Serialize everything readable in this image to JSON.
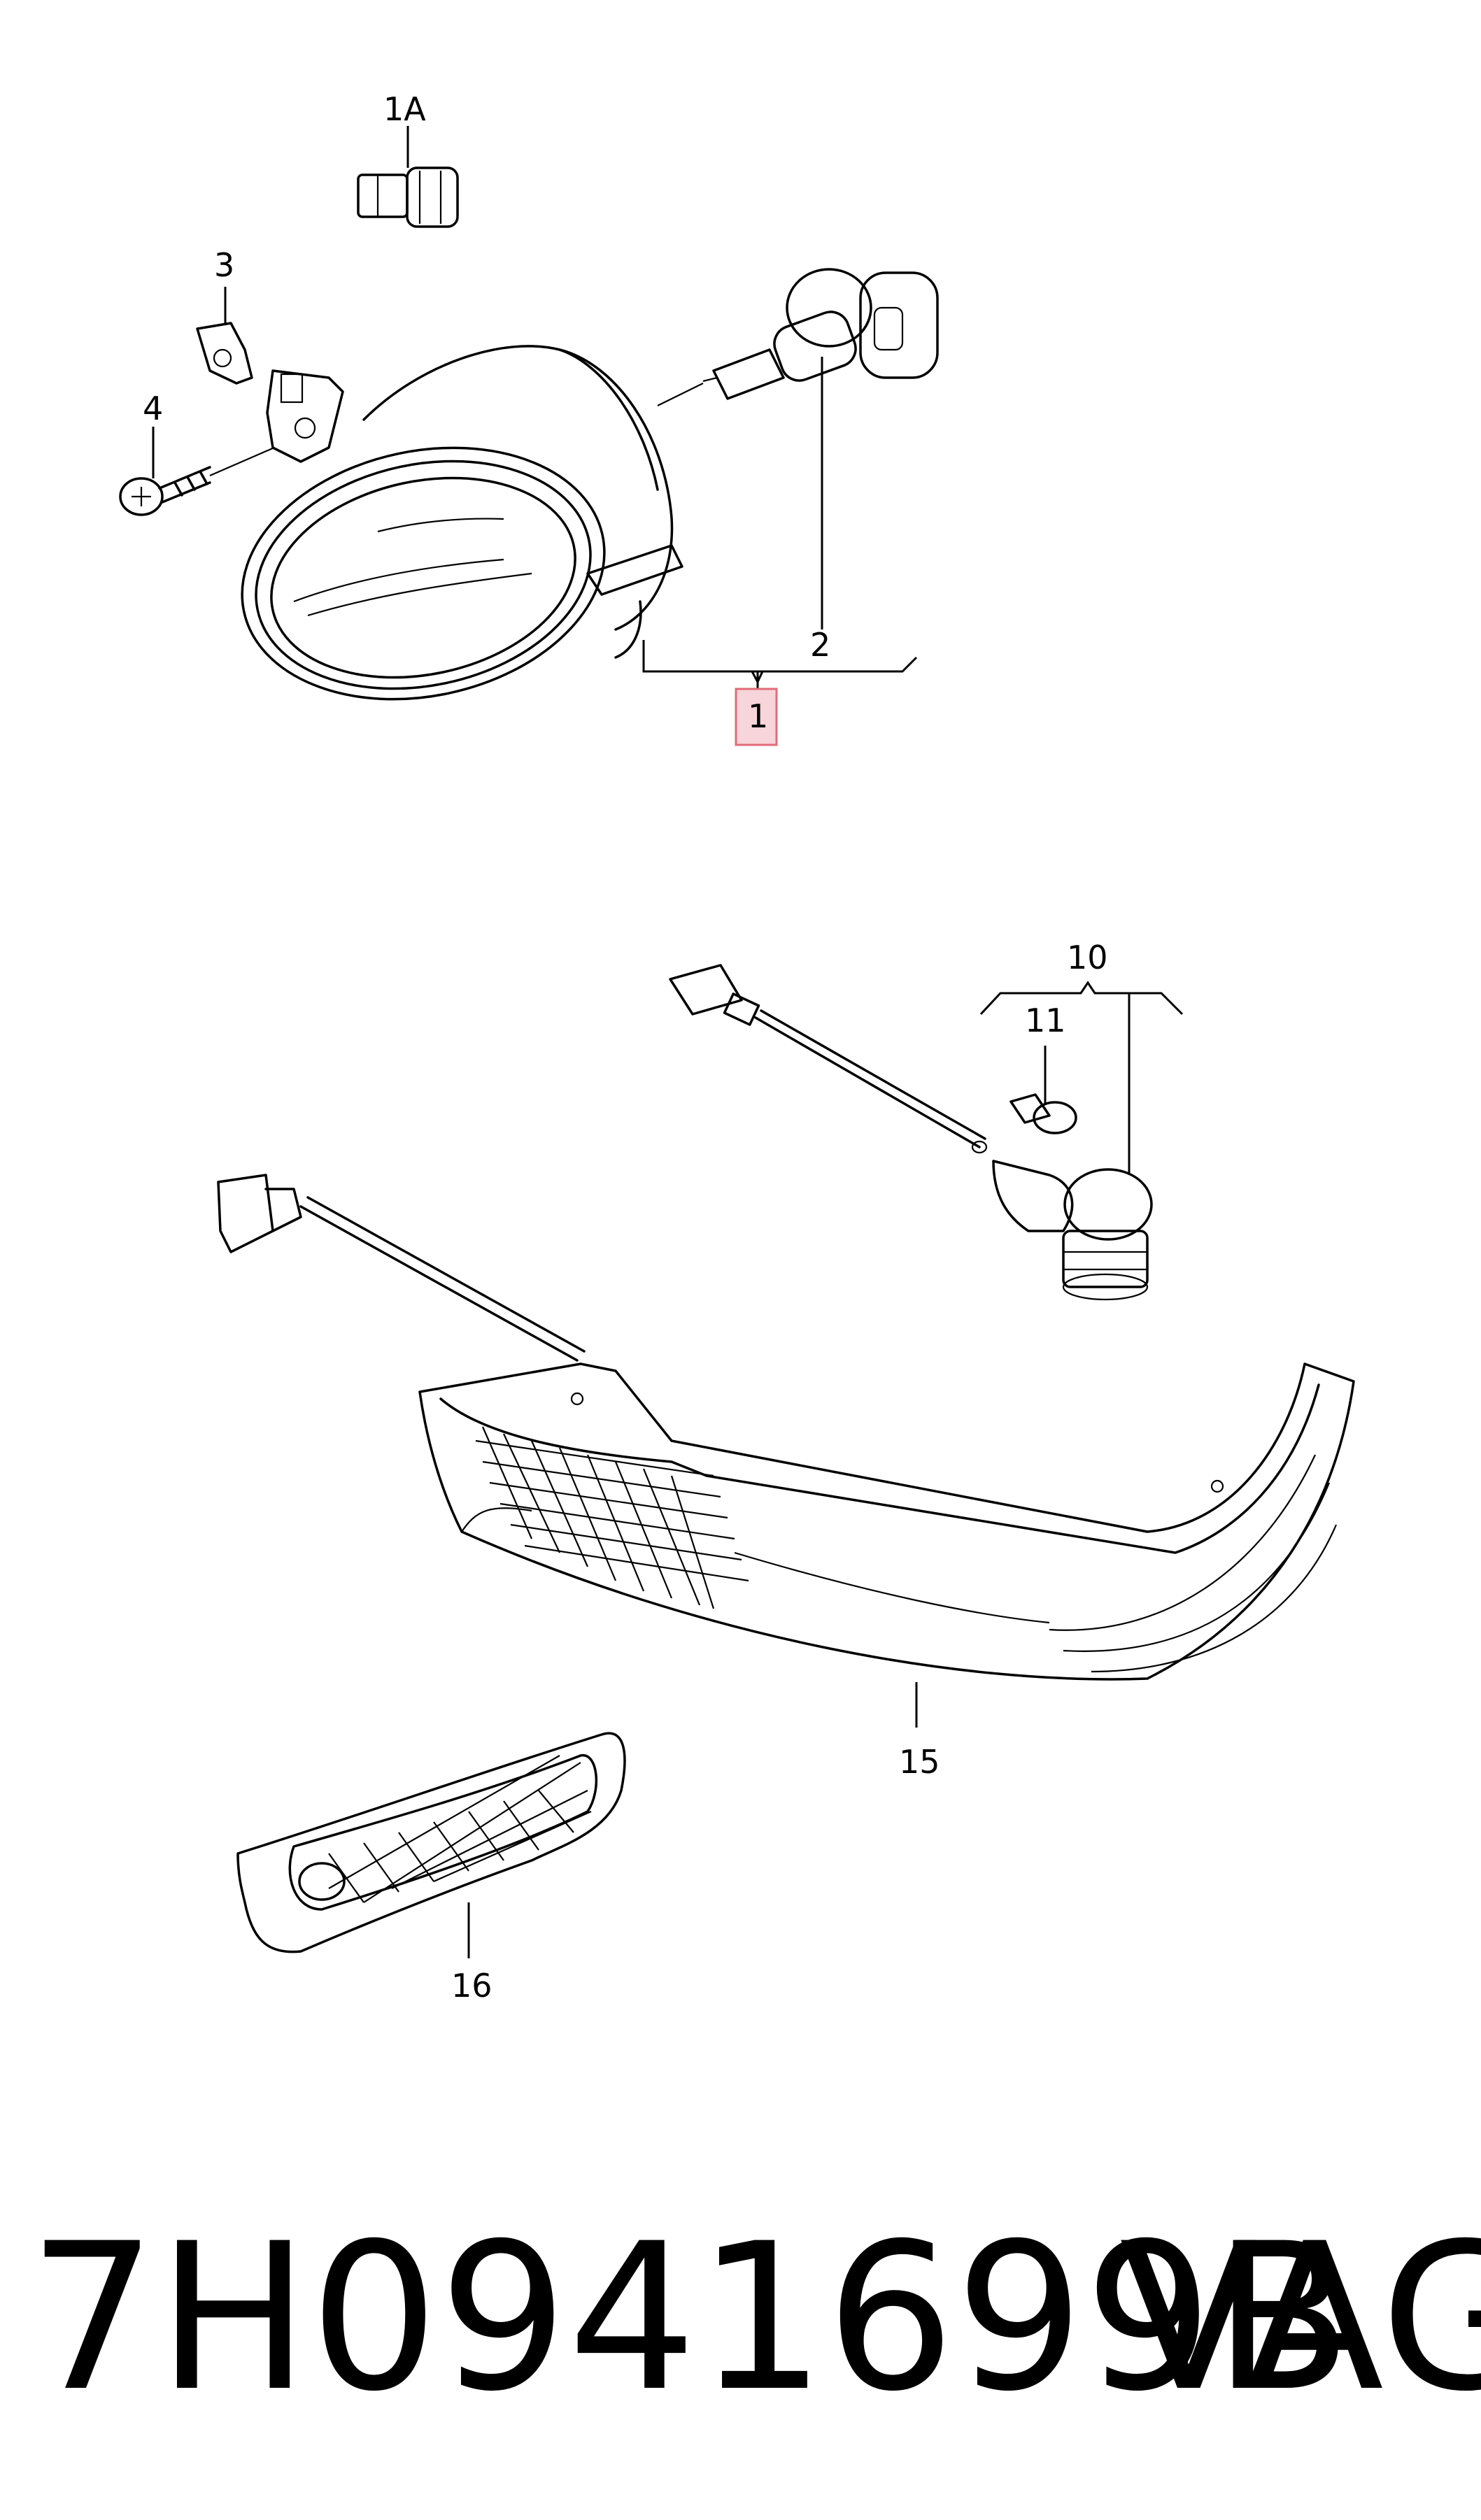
{
  "diagram": {
    "labels": {
      "p1": "1",
      "p1a": "1A",
      "p2": "2",
      "p3": "3",
      "p4": "4",
      "p10": "10",
      "p11": "11",
      "p15": "15",
      "p16": "16"
    },
    "highlighted_part": "1",
    "highlight_color": "#f8d5da"
  },
  "footer": {
    "part_number": "7H0941699B",
    "brand": "VAG"
  }
}
